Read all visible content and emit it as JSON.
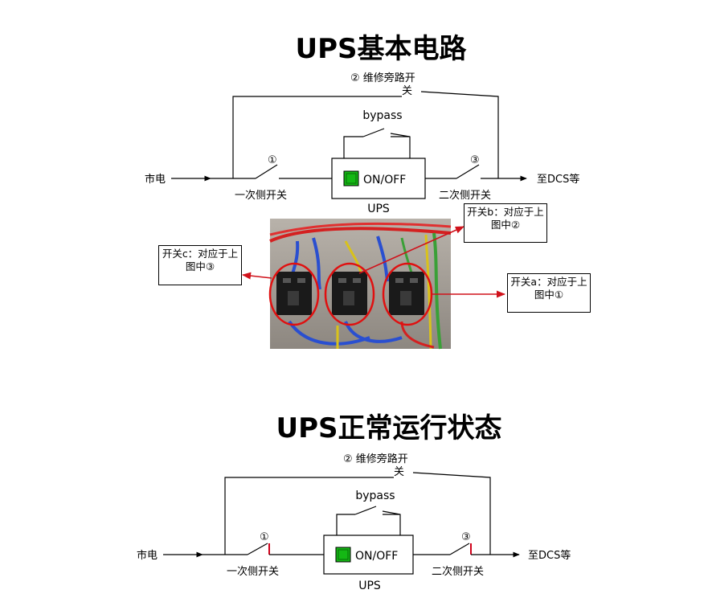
{
  "colors": {
    "line": "#000000",
    "switch_contact": "#d0021b",
    "callout_arrow": "#d0121b",
    "power_button": "#14b814",
    "highlight_circle": "#e01010"
  },
  "diagram1": {
    "title": "UPS基本电路",
    "bypass_switch_label": "②  维修旁路开关",
    "bypass_label": "bypass",
    "input_label": "市电",
    "output_label": "至DCS等",
    "switch1_number": "①",
    "switch1_label": "一次侧开关",
    "switch3_number": "③",
    "switch3_label": "二次侧开关",
    "power_button_label": "ON/OFF",
    "ups_label": "UPS"
  },
  "photo": {
    "icon": "breaker-panel-photo",
    "callouts": [
      {
        "text": "开关b：对应于上图中②"
      },
      {
        "text": "开关c：对应于上图中③"
      },
      {
        "text": "开关a：对应于上图中①"
      }
    ]
  },
  "diagram2": {
    "title": "UPS正常运行状态",
    "bypass_switch_label": "②  维修旁路开关",
    "bypass_label": "bypass",
    "input_label": "市电",
    "output_label": "至DCS等",
    "switch1_number": "①",
    "switch1_label": "一次侧开关",
    "switch3_number": "③",
    "switch3_label": "二次侧开关",
    "power_button_label": "ON/OFF",
    "ups_label": "UPS"
  }
}
